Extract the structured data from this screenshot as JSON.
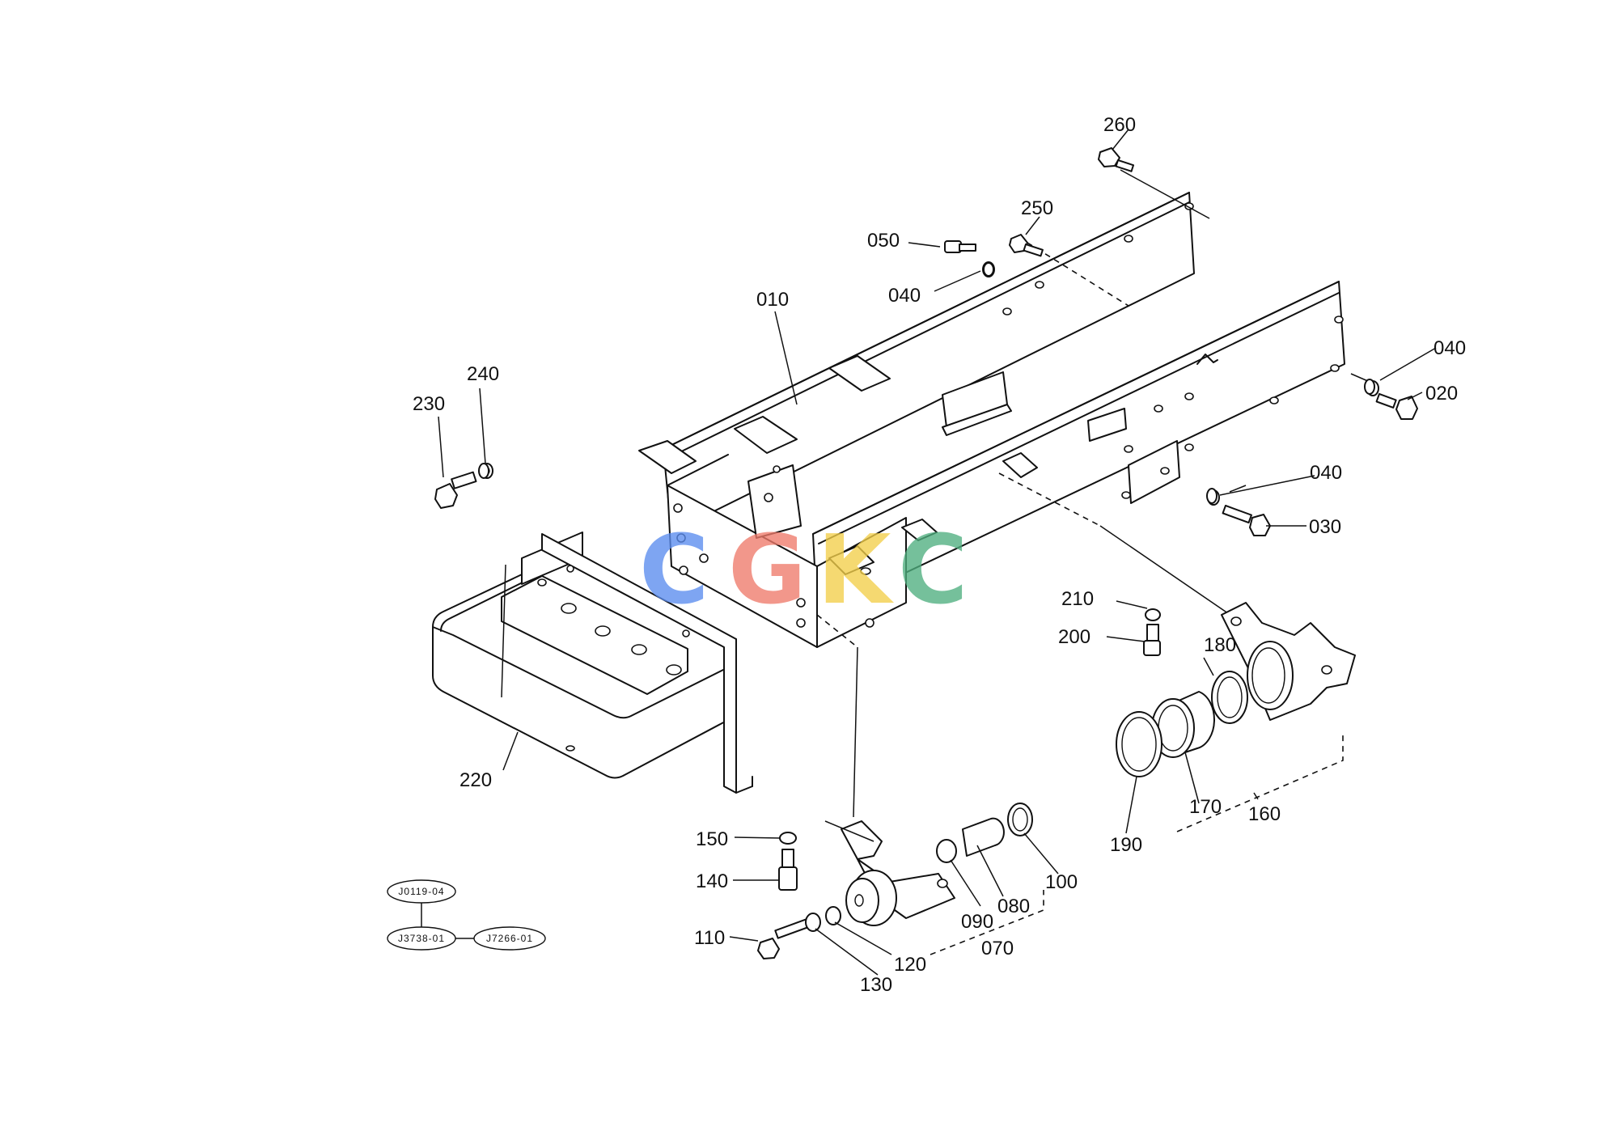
{
  "parts": {
    "p010": "010",
    "p020": "020",
    "p030": "030",
    "p040a": "040",
    "p040b": "040",
    "p040c": "040",
    "p050": "050",
    "p070": "070",
    "p080": "080",
    "p090": "090",
    "p100": "100",
    "p110": "110",
    "p120": "120",
    "p130": "130",
    "p140": "140",
    "p150": "150",
    "p160": "160",
    "p170": "170",
    "p180": "180",
    "p190": "190",
    "p200": "200",
    "p210": "210",
    "p220": "220",
    "p230": "230",
    "p240": "240",
    "p250": "250",
    "p260": "260"
  },
  "references": {
    "top": "J0119-04",
    "left": "J3738-01",
    "right": "J7266-01"
  },
  "watermark": {
    "letters": [
      "C",
      "G",
      "K",
      "C"
    ],
    "colors": [
      "#5b8def",
      "#ef7b6b",
      "#f3cf4a",
      "#4faf7f"
    ]
  }
}
